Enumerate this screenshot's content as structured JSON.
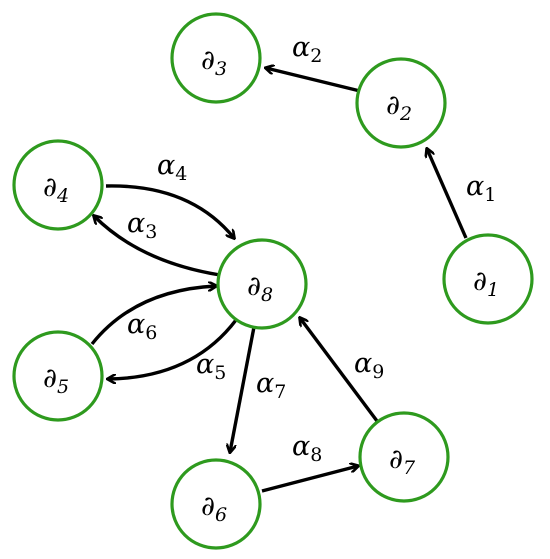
{
  "nodes": [
    {
      "id": "n1",
      "symbol": "∂",
      "sub": "1"
    },
    {
      "id": "n2",
      "symbol": "∂",
      "sub": "2"
    },
    {
      "id": "n3",
      "symbol": "∂",
      "sub": "3"
    },
    {
      "id": "n4",
      "symbol": "∂",
      "sub": "4"
    },
    {
      "id": "n5",
      "symbol": "∂",
      "sub": "5"
    },
    {
      "id": "n6",
      "symbol": "∂",
      "sub": "6"
    },
    {
      "id": "n7",
      "symbol": "∂",
      "sub": "7"
    },
    {
      "id": "n8",
      "symbol": "∂",
      "sub": "8"
    }
  ],
  "edges": [
    {
      "id": "a1",
      "symbol": "α",
      "sub": "1",
      "from": "n1",
      "to": "n2"
    },
    {
      "id": "a2",
      "symbol": "α",
      "sub": "2",
      "from": "n2",
      "to": "n3"
    },
    {
      "id": "a3",
      "symbol": "α",
      "sub": "3",
      "from": "n8",
      "to": "n4"
    },
    {
      "id": "a4",
      "symbol": "α",
      "sub": "4",
      "from": "n4",
      "to": "n8"
    },
    {
      "id": "a5",
      "symbol": "α",
      "sub": "5",
      "from": "n8",
      "to": "n5"
    },
    {
      "id": "a6",
      "symbol": "α",
      "sub": "6",
      "from": "n5",
      "to": "n8"
    },
    {
      "id": "a7",
      "symbol": "α",
      "sub": "7",
      "from": "n8",
      "to": "n6"
    },
    {
      "id": "a8",
      "symbol": "α",
      "sub": "8",
      "from": "n6",
      "to": "n7"
    },
    {
      "id": "a9",
      "symbol": "α",
      "sub": "9",
      "from": "n7",
      "to": "n8"
    }
  ],
  "colors": {
    "node_stroke": "#2e9a1e",
    "edge": "#000000"
  }
}
